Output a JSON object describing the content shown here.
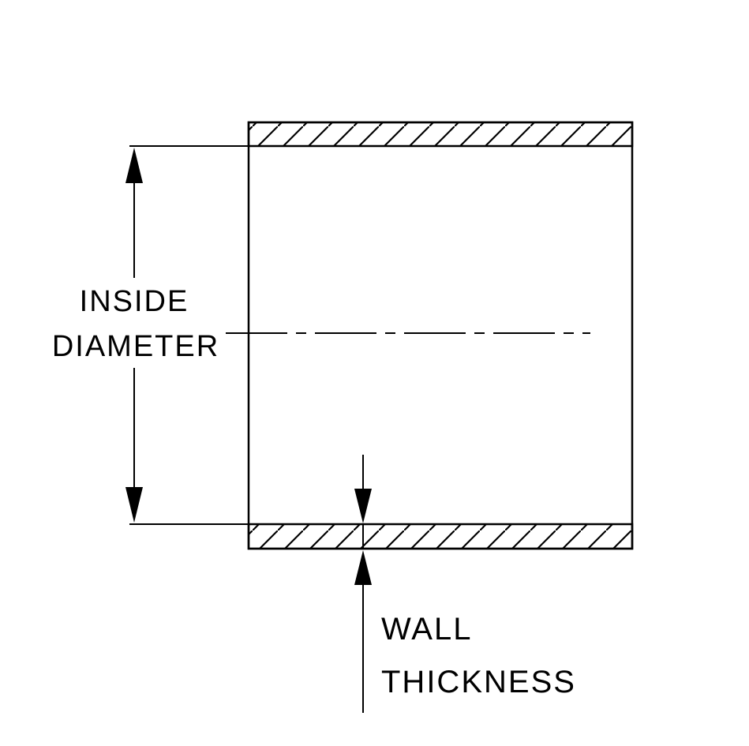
{
  "diagram": {
    "title": "tube-cross-section-dimension-diagram",
    "labels": {
      "inside_line1": "INSIDE",
      "inside_line2": "DIAMETER",
      "wall_line1": "WALL",
      "wall_line2": "THICKNESS"
    },
    "colors": {
      "line": "#000000",
      "background": "#ffffff"
    }
  }
}
